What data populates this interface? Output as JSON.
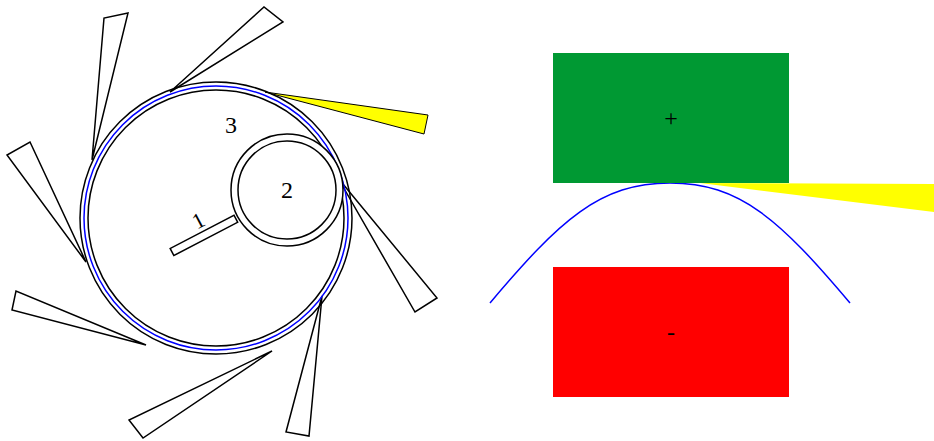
{
  "diagram": {
    "nodes": [
      {
        "text": [
          "3"
        ]
      },
      {
        "text": [
          "2"
        ],
        "in": 0
      },
      {
        "text": [
          "+"
        ]
      },
      {
        "text": [
          "-"
        ]
      }
    ],
    "labels": [
      "1"
    ]
  }
}
